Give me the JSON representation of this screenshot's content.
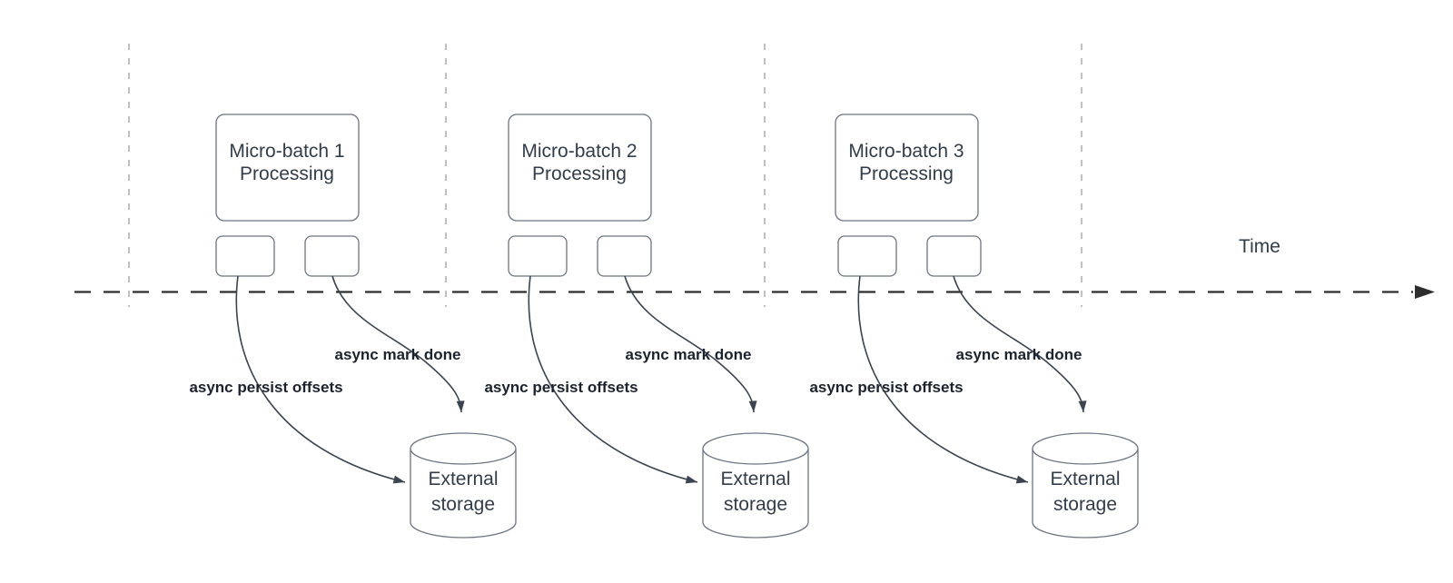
{
  "timeline": {
    "label": "Time"
  },
  "colors": {
    "background": "#ffffff",
    "shape_stroke": "#6e7480",
    "shape_fill": "#ffffff",
    "box_text": "#333d4a",
    "bold_label_text": "#1c232e",
    "arrow_stroke": "#3c4450",
    "timeline_stroke": "#2d2d2d",
    "interval_gridline": "#b3b6b9"
  },
  "batches": [
    {
      "title_line1": "Micro-batch 1",
      "title_line2": "Processing",
      "persist_label": "async persist offsets",
      "done_label": "async mark done",
      "storage_line1": "External",
      "storage_line2": "storage"
    },
    {
      "title_line1": "Micro-batch 2",
      "title_line2": "Processing",
      "persist_label": "async persist offsets",
      "done_label": "async mark done",
      "storage_line1": "External",
      "storage_line2": "storage"
    },
    {
      "title_line1": "Micro-batch 3",
      "title_line2": "Processing",
      "persist_label": "async persist offsets",
      "done_label": "async mark done",
      "storage_line1": "External",
      "storage_line2": "storage"
    }
  ]
}
